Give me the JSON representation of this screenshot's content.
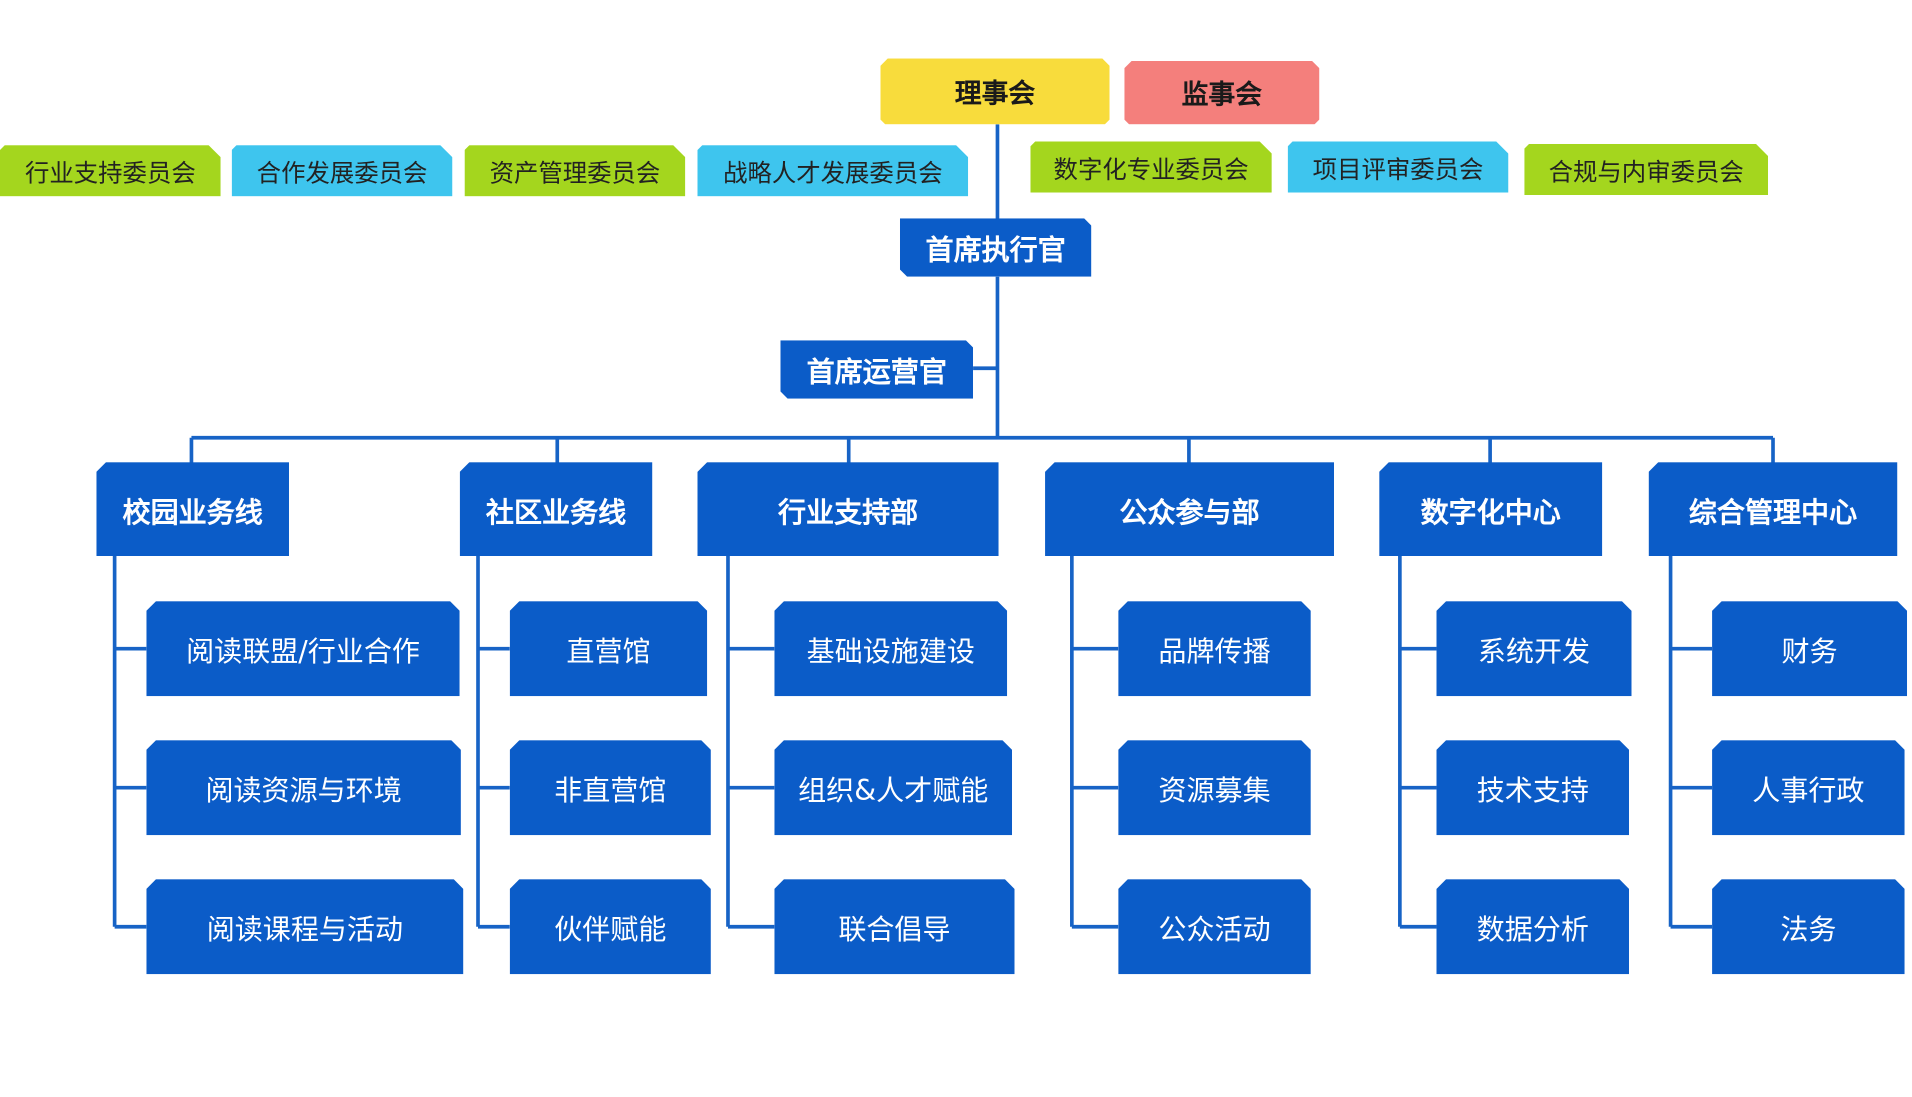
{
  "governance": {
    "board": {
      "label": "理事会",
      "color": "#f8dc3c"
    },
    "supervisory": {
      "label": "监事会",
      "color": "#f47f7c"
    }
  },
  "committees_left": [
    {
      "label": "行业支持委员会",
      "color": "#a4d61e"
    },
    {
      "label": "合作发展委员会",
      "color": "#3ec5ee"
    },
    {
      "label": "资产管理委员会",
      "color": "#a4d61e"
    },
    {
      "label": "战略人才发展委员会",
      "color": "#3ec5ee"
    }
  ],
  "committees_right": [
    {
      "label": "数字化专业委员会",
      "color": "#a4d61e"
    },
    {
      "label": "项目评审委员会",
      "color": "#3ec5ee"
    },
    {
      "label": "合规与内审委员会",
      "color": "#a4d61e"
    }
  ],
  "executives": {
    "ceo": "首席执行官",
    "coo": "首席运营官"
  },
  "departments": [
    {
      "name": "校园业务线",
      "units": [
        "阅读联盟/行业合作",
        "阅读资源与环境",
        "阅读课程与活动"
      ]
    },
    {
      "name": "社区业务线",
      "units": [
        "直营馆",
        "非直营馆",
        "伙伴赋能"
      ]
    },
    {
      "name": "行业支持部",
      "units": [
        "基础设施建设",
        "组织&人才赋能",
        "联合倡导"
      ]
    },
    {
      "name": "公众参与部",
      "units": [
        "品牌传播",
        "资源募集",
        "公众活动"
      ]
    },
    {
      "name": "数字化中心",
      "units": [
        "系统开发",
        "技术支持",
        "数据分析"
      ]
    },
    {
      "name": "综合管理中心",
      "units": [
        "财务",
        "人事行政",
        "法务"
      ]
    }
  ],
  "colors": {
    "primary_blue": "#0b5cc8",
    "line_blue": "#1763c6"
  }
}
